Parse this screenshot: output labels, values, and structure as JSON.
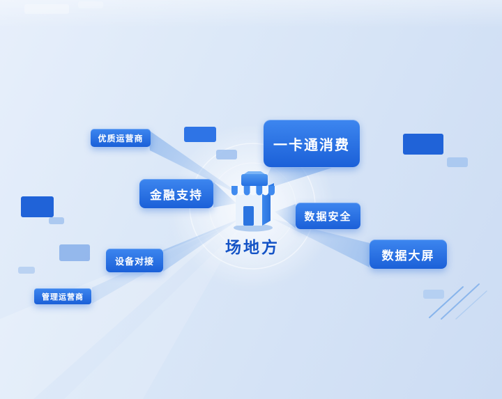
{
  "center": {
    "label": "场地方",
    "icon": "storefront-icon"
  },
  "nodes": [
    {
      "label": "优质运营商"
    },
    {
      "label": "一卡通消费"
    },
    {
      "label": "金融支持"
    },
    {
      "label": "数据安全"
    },
    {
      "label": "数据大屏"
    },
    {
      "label": "设备对接"
    },
    {
      "label": "管理运营商"
    }
  ],
  "colors": {
    "node_blue_dark": "#1b60d8",
    "node_blue_light": "#3d86ef",
    "node_text": "#ffffff",
    "center_text_blue": "#1453c6",
    "background_blue": "#d9e6f7",
    "beam_blue": "#8fb7ec",
    "decor_blue_strong": "#2063d8",
    "decor_blue_light": "#a5c4ef"
  }
}
